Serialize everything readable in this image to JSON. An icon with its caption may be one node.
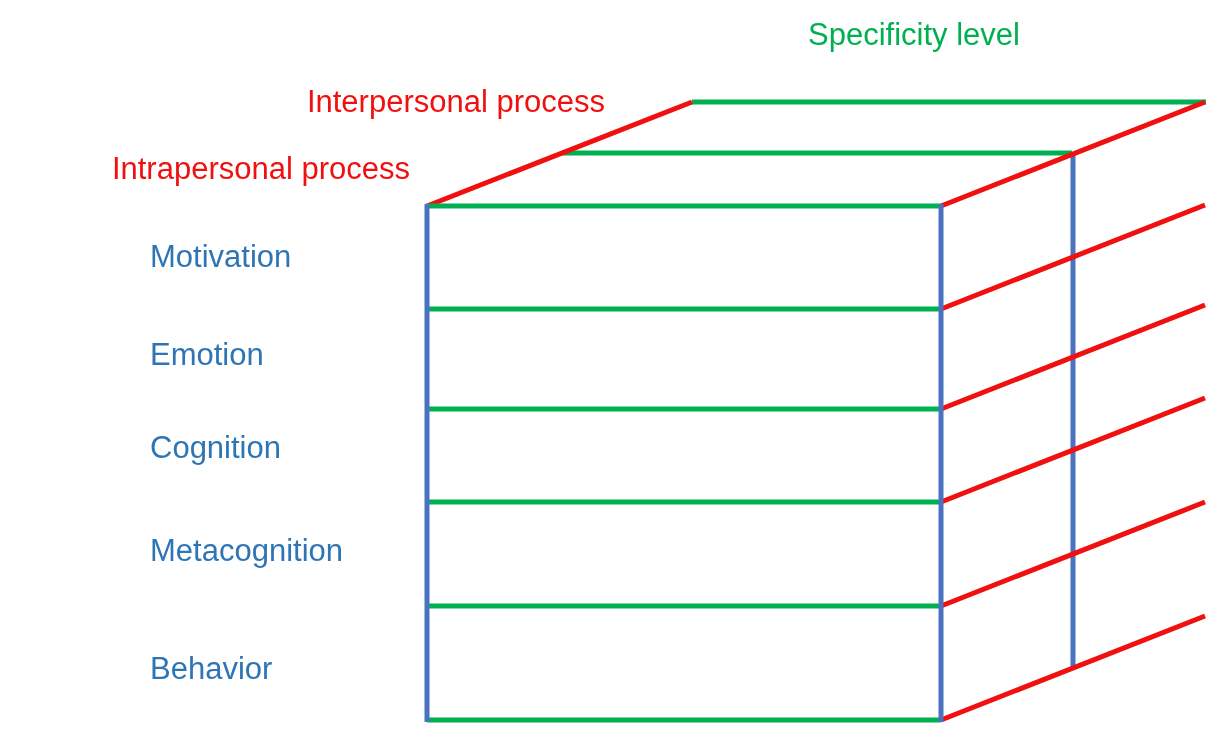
{
  "diagram": {
    "labels": [
      "Specificity level",
      "Interpersonal process",
      "Intrapersonal process",
      "Motivation",
      "Emotion",
      "Cognition",
      "Metacognition",
      "Behavior"
    ]
  }
}
